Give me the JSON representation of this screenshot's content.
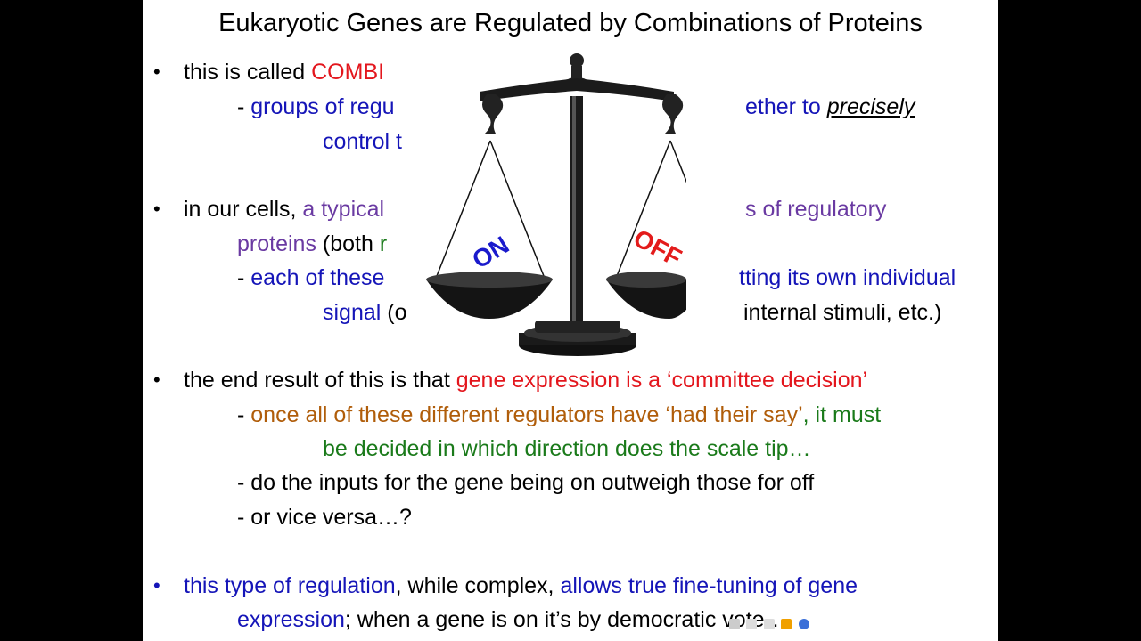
{
  "title": "Eukaryotic Genes are Regulated by Combinations of Proteins",
  "b1": {
    "t1": "this is called ",
    "t2": "COMBI"
  },
  "b1s1": {
    "t1": "- ",
    "t2": "groups of regu",
    "t3": "ether to ",
    "t4": "precisely"
  },
  "b1s1c": "control t",
  "b2": {
    "t1": "in our cells, ",
    "t2": "a typical",
    "t3": "s of regulatory"
  },
  "b2c": {
    "t1": "proteins",
    "t2": " (both ",
    "t3": "r"
  },
  "b2s1": {
    "t1": "- ",
    "t2": "each of these",
    "t3": "tting its own individual"
  },
  "b2s1c": {
    "t1": "signal",
    "t2": " (o",
    "t3": "internal stimuli, etc.)"
  },
  "b3": {
    "t1": "the end result of this is that ",
    "t2": "gene expression is a ",
    "t3": "‘committee decision’"
  },
  "b3s1": {
    "t1": "- ",
    "t2": "once all of these different regulators have ‘had their say’",
    "t3": ", it must"
  },
  "b3s1c": "be decided in which direction does the scale tip…",
  "b3s2": "- do the inputs for the gene being on outweigh those for off",
  "b3s3": "- or vice versa…?",
  "b4": {
    "t1": "this type of regulation",
    "t2": ", while complex, ",
    "t3": "allows true fine-tuning of gene"
  },
  "b4c": {
    "t1": "expression",
    "t2": "; when a gene is on it’s by demo",
    "t3": "cratic vote…"
  },
  "scale": {
    "left_label": "ON",
    "right_label": "OFF",
    "left_color": "#1a1acc",
    "right_color": "#e31b1b"
  },
  "bullet_glyph": "•",
  "player_icons": [
    "back-icon",
    "pause-icon",
    "stop-icon",
    "chart-icon",
    "info-icon"
  ]
}
